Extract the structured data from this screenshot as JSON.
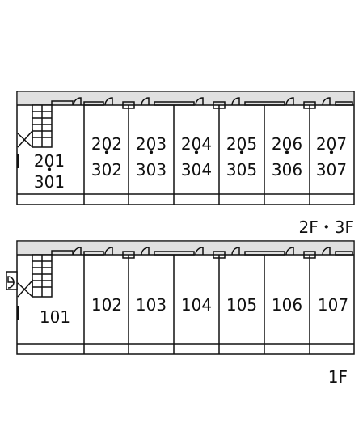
{
  "upper_plan": {
    "stair_unit": {
      "top": "201",
      "bottom": "301"
    },
    "units": [
      {
        "top": "202",
        "bottom": "302"
      },
      {
        "top": "203",
        "bottom": "303"
      },
      {
        "top": "204",
        "bottom": "304"
      },
      {
        "top": "205",
        "bottom": "305"
      },
      {
        "top": "206",
        "bottom": "306"
      },
      {
        "top": "207",
        "bottom": "307"
      }
    ],
    "floor_label": "2F・3F"
  },
  "ground_plan": {
    "stair_unit": "101",
    "units": [
      "102",
      "103",
      "104",
      "105",
      "106",
      "107"
    ],
    "floor_label": "1F"
  }
}
